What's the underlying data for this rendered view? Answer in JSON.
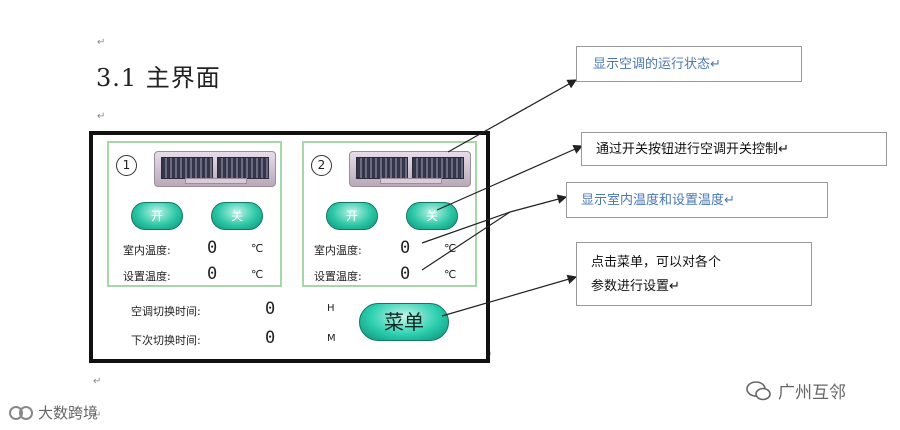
{
  "heading": "3.1 主界面",
  "para_marks": [
    "↵",
    "↵",
    "↵",
    "↵",
    "↵"
  ],
  "units": [
    {
      "number": "1",
      "btn_on": "开",
      "btn_off": "关",
      "indoor_label": "室内温度:",
      "indoor_value": "0",
      "indoor_unit": "℃",
      "set_label": "设置温度:",
      "set_value": "0",
      "set_unit": "℃"
    },
    {
      "number": "2",
      "btn_on": "开",
      "btn_off": "关",
      "indoor_label": "室内温度:",
      "indoor_value": "0",
      "indoor_unit": "℃",
      "set_label": "设置温度:",
      "set_value": "0",
      "set_unit": "℃"
    }
  ],
  "bottom": {
    "switch_label": "空调切换时间:",
    "switch_value": "0",
    "switch_unit": "H",
    "next_label": "下次切换时间:",
    "next_value": "0",
    "next_unit": "M",
    "menu_button": "菜单"
  },
  "callouts": [
    {
      "text": "显示空调的运行状态↵",
      "color": "#4a77b4"
    },
    {
      "text": "通过开关按钮进行空调开关控制↵",
      "color": "#111111"
    },
    {
      "text": "显示室内温度和设置温度↵",
      "color": "#4a77b4"
    },
    {
      "line1": "点击菜单，可以对各个",
      "line2": "参数进行设置↵",
      "color": "#111111"
    }
  ],
  "watermarks": {
    "left": "大数跨境",
    "right": "广州互邻"
  }
}
